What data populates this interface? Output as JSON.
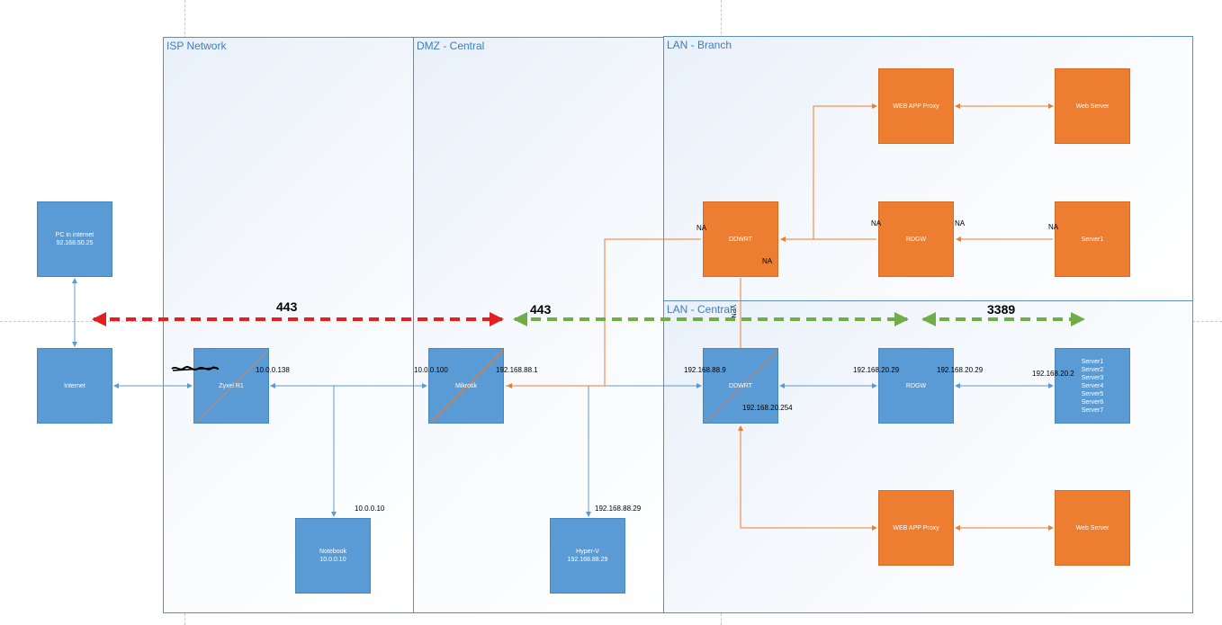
{
  "zones": {
    "isp": "ISP Network",
    "dmz": "DMZ - Central",
    "lan_branch": "LAN - Branch",
    "lan_central": "LAN - Central"
  },
  "nodes": {
    "pc_internet": {
      "name": "PC in internet",
      "ip": "92.168.50.25"
    },
    "internet": {
      "name": "Internet"
    },
    "zyxel": {
      "name": "Zyxel R1"
    },
    "notebook": {
      "name": "Notebook",
      "ip": "10.0.0.10"
    },
    "mikrotik": {
      "name": "Mikrotik"
    },
    "hyperv": {
      "name": "Hyper-V",
      "ip": "192.168.88.29"
    },
    "ddwrt_branch": {
      "name": "DDWRT"
    },
    "rdgw_branch": {
      "name": "RDGW"
    },
    "server1_branch": {
      "name": "Server1"
    },
    "webproxy_branch": {
      "name": "WEB APP Proxy"
    },
    "webserver_branch": {
      "name": "Web Server"
    },
    "ddwrt_central": {
      "name": "DDWRT"
    },
    "rdgw_central": {
      "name": "RDGW"
    },
    "servers_central": {
      "lines": [
        "Server1",
        "Server2",
        "Server3",
        "Server4",
        "Server5",
        "Server6",
        "Server7"
      ]
    },
    "webproxy_central": {
      "name": "WEB APP Proxy"
    },
    "webserver_central": {
      "name": "Web Server"
    }
  },
  "ip_labels": {
    "zyxel_lan": "10.0.0.138",
    "notebook": "10.0.0.10",
    "mikrotik_wan": "10.0.0.100",
    "mikrotik_lan": "192.168.88.1",
    "hyperv": "192.168.88.29",
    "ddwrt_wan": "192.168.88.9",
    "ddwrt_lan": "192.168.20.254",
    "rdgw_left": "192.168.20.29",
    "rdgw_right": "192.168.20.29",
    "servers": "192.168.20.2"
  },
  "na_labels": [
    "NA",
    "NA",
    "NA",
    "NA",
    "NA"
  ],
  "vpn_label": "VPN",
  "ports": {
    "red": "443",
    "green1": "443",
    "green2": "3389"
  },
  "colors": {
    "blue_node": "#5b9bd5",
    "orange_node": "#ed7d31",
    "blue_link": "#5b9bd5",
    "orange_link": "#ed7d31",
    "red_flow": "#e32020",
    "green_flow": "#70ad47",
    "zone_border": "#5a8fbf"
  }
}
